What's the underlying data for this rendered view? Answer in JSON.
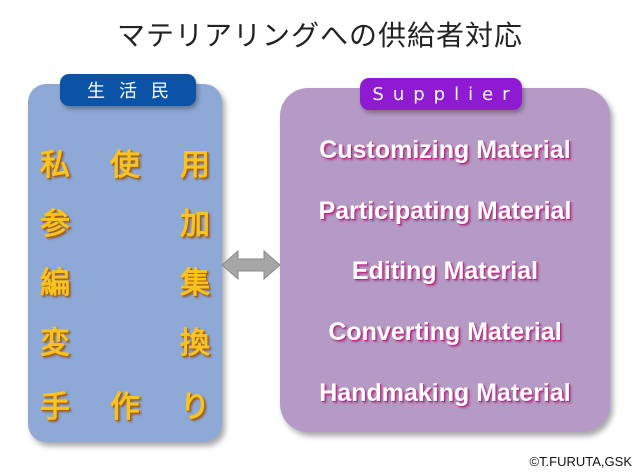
{
  "title": "マテリアリングへの供給者対応",
  "left": {
    "tag": "生活民",
    "rows": [
      [
        "私",
        "使",
        "用"
      ],
      [
        "参",
        "",
        "加"
      ],
      [
        "編",
        "",
        "集"
      ],
      [
        "変",
        "",
        "換"
      ],
      [
        "手",
        "作",
        "り"
      ]
    ]
  },
  "right": {
    "tag": "Supplier",
    "items": [
      "Customizing Material",
      "Participating Material",
      "Editing Material",
      "Converting Material",
      "Handmaking Material"
    ]
  },
  "copyright": "©T.FURUTA,GSK",
  "colors": {
    "left_panel": "#8ea9d6",
    "left_tag": "#0b53a6",
    "right_panel": "#b49ac4",
    "right_tag": "#8e1bd2",
    "kanji": "#f7c320",
    "arrow": "#a6a6a6"
  },
  "icons": {
    "connector": "double-arrow-icon"
  }
}
